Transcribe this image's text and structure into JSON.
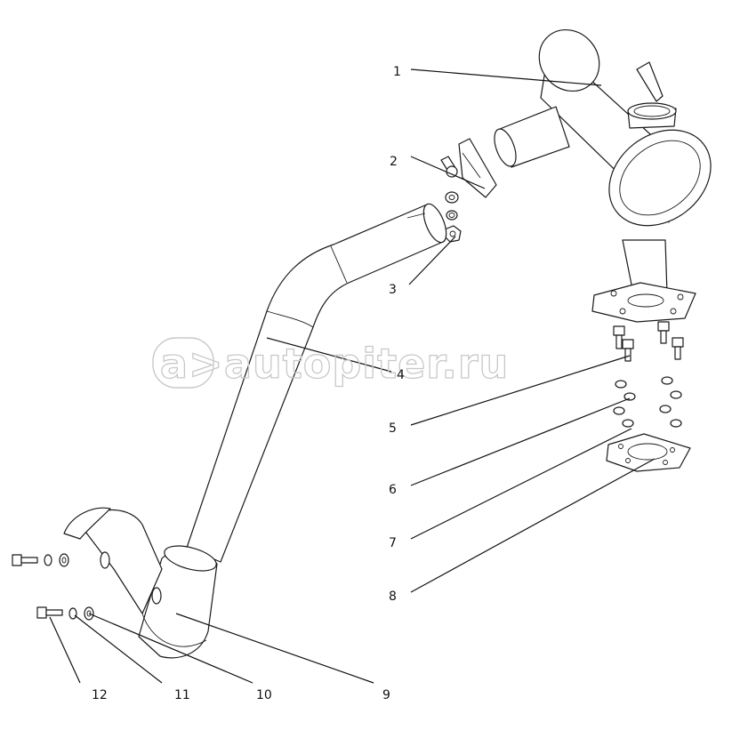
{
  "diagram": {
    "callouts": [
      {
        "id": 1,
        "label": "1"
      },
      {
        "id": 2,
        "label": "2"
      },
      {
        "id": 3,
        "label": "3"
      },
      {
        "id": 4,
        "label": "4"
      },
      {
        "id": 5,
        "label": "5"
      },
      {
        "id": 6,
        "label": "6"
      },
      {
        "id": 7,
        "label": "7"
      },
      {
        "id": 8,
        "label": "8"
      },
      {
        "id": 9,
        "label": "9"
      },
      {
        "id": 10,
        "label": "10"
      },
      {
        "id": 11,
        "label": "11"
      },
      {
        "id": 12,
        "label": "12"
      }
    ]
  },
  "watermark": {
    "text": "autopiter.ru",
    "logo_glyph": "a>"
  },
  "colors": {
    "line": "#1a1a1a",
    "background": "#ffffff",
    "watermark": "#c8c8c8"
  }
}
